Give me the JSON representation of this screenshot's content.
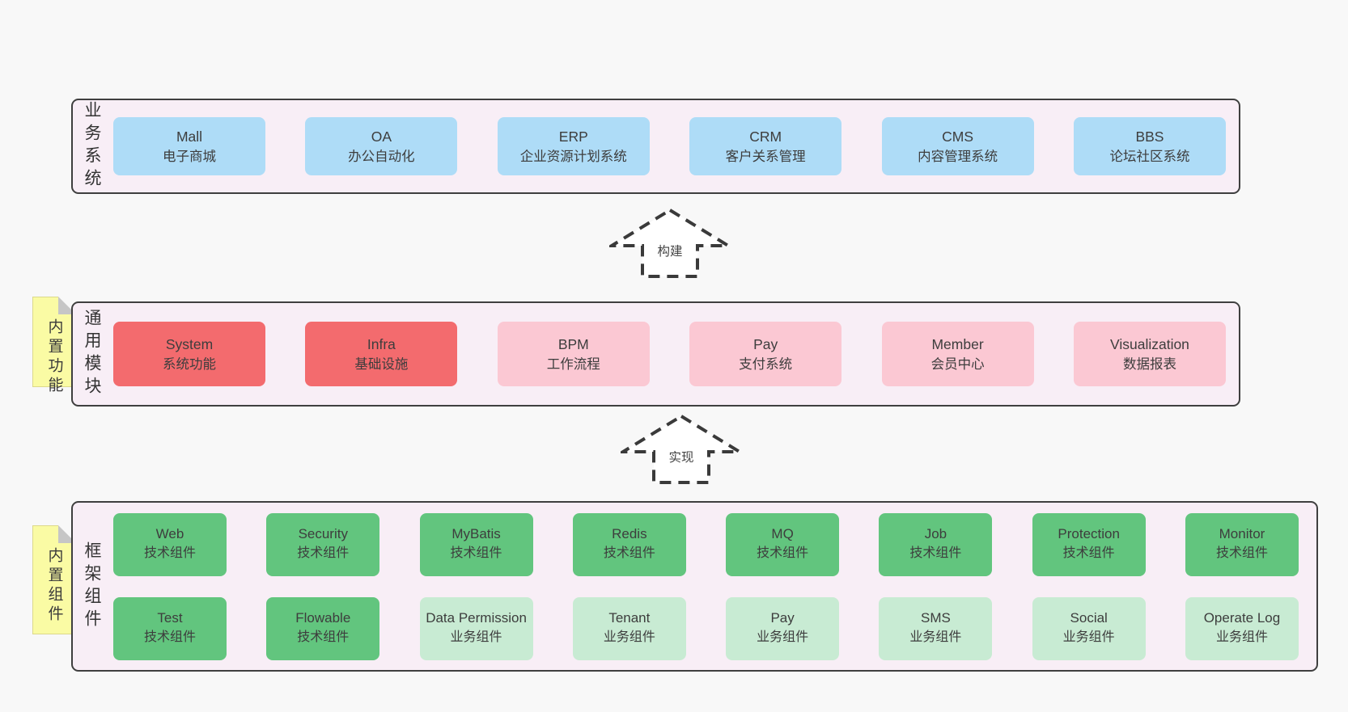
{
  "palette": {
    "page_bg": "#f8f8f8",
    "container_bg": "#f8eef6",
    "container_border": "#3f3f3f",
    "blue": "#aedcf7",
    "red": "#f36b6e",
    "pink": "#fbc8d3",
    "green_dark": "#62c57e",
    "green_light": "#c8ebd3",
    "sticky_yellow": "#fafba4",
    "text": "#3d3d3d"
  },
  "arrows": [
    {
      "label": "构建"
    },
    {
      "label": "实现"
    }
  ],
  "layers": {
    "business": {
      "label": "业务系统",
      "boxes": [
        {
          "name": "Mall",
          "subtitle": "电子商城"
        },
        {
          "name": "OA",
          "subtitle": "办公自动化"
        },
        {
          "name": "ERP",
          "subtitle": "企业资源计划系统"
        },
        {
          "name": "CRM",
          "subtitle": "客户关系管理"
        },
        {
          "name": "CMS",
          "subtitle": "内容管理系统"
        },
        {
          "name": "BBS",
          "subtitle": "论坛社区系统"
        }
      ]
    },
    "modules": {
      "label": "通用模块",
      "sticky": "内置功能",
      "boxes": [
        {
          "name": "System",
          "subtitle": "系统功能"
        },
        {
          "name": "Infra",
          "subtitle": "基础设施"
        },
        {
          "name": "BPM",
          "subtitle": "工作流程"
        },
        {
          "name": "Pay",
          "subtitle": "支付系统"
        },
        {
          "name": "Member",
          "subtitle": "会员中心"
        },
        {
          "name": "Visualization",
          "subtitle": "数据报表"
        }
      ]
    },
    "components": {
      "label": "框架组件",
      "sticky": "内置组件",
      "row1": [
        {
          "name": "Web",
          "subtitle": "技术组件"
        },
        {
          "name": "Security",
          "subtitle": "技术组件"
        },
        {
          "name": "MyBatis",
          "subtitle": "技术组件"
        },
        {
          "name": "Redis",
          "subtitle": "技术组件"
        },
        {
          "name": "MQ",
          "subtitle": "技术组件"
        },
        {
          "name": "Job",
          "subtitle": "技术组件"
        },
        {
          "name": "Protection",
          "subtitle": "技术组件"
        },
        {
          "name": "Monitor",
          "subtitle": "技术组件"
        }
      ],
      "row2": [
        {
          "name": "Test",
          "subtitle": "技术组件"
        },
        {
          "name": "Flowable",
          "subtitle": "技术组件"
        },
        {
          "name": "Data Permission",
          "subtitle": "业务组件"
        },
        {
          "name": "Tenant",
          "subtitle": "业务组件"
        },
        {
          "name": "Pay",
          "subtitle": "业务组件"
        },
        {
          "name": "SMS",
          "subtitle": "业务组件"
        },
        {
          "name": "Social",
          "subtitle": "业务组件"
        },
        {
          "name": "Operate Log",
          "subtitle": "业务组件"
        }
      ]
    }
  }
}
